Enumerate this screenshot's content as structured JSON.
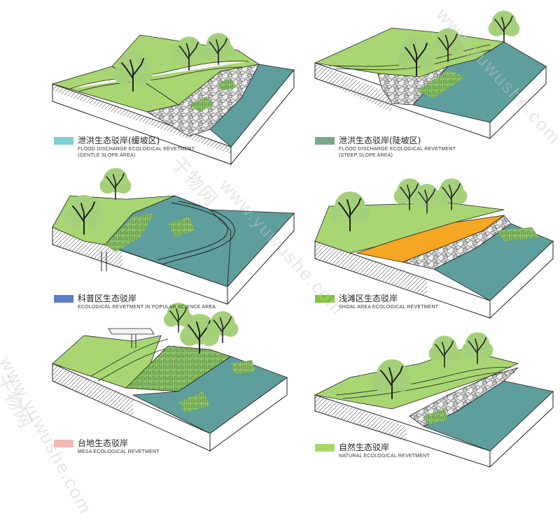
{
  "panels": [
    {
      "id": "p1",
      "swatch": "#7fcfd0",
      "zh": "泄洪生态驳岸(缓坡区)",
      "en1": "FLOOD DISCHARGE ECOLOGICAL REVETMENT",
      "en2": "(GENTLE SLOPE AREA)"
    },
    {
      "id": "p2",
      "swatch": "#7aa98a",
      "zh": "泄洪生态驳岸(陡坡区)",
      "en1": "FLOOD DISCHARGE ECOLOGICAL REVETMENT",
      "en2": "(STEEP SLOPE AREA)"
    },
    {
      "id": "p3",
      "swatch": "#5b7fc4",
      "zh": "科普区生态驳岸",
      "en1": "ECOLOGICAL REVETMENT IN POPULAR SCIENCE AREA",
      "en2": ""
    },
    {
      "id": "p4",
      "swatch": "#7fc43a",
      "zh": "浅滩区生态驳岸",
      "en1": "SHOAL AREA ECOLOGICAL REVETMENT",
      "en2": ""
    },
    {
      "id": "p5",
      "swatch": "#f3b7b5",
      "zh": "台地生态驳岸",
      "en1": "MESA ECOLOGICAL REVETMENT",
      "en2": ""
    },
    {
      "id": "p6",
      "swatch": "#a9d86a",
      "zh": "自然生态驳岸",
      "en1": "NATURAL ECOLOGICAL REVETMENT",
      "en2": ""
    }
  ],
  "watermark": {
    "text_latin": "www.yuwushe.com",
    "text_cn": "于物网"
  },
  "colors": {
    "grass": "#a8d672",
    "water": "#5e9e9c",
    "soil": "#ffffff",
    "path": "#f3f3ee",
    "orange": "#f5a623",
    "tree": "#a5d07a",
    "stone": "#d8d8d8"
  }
}
